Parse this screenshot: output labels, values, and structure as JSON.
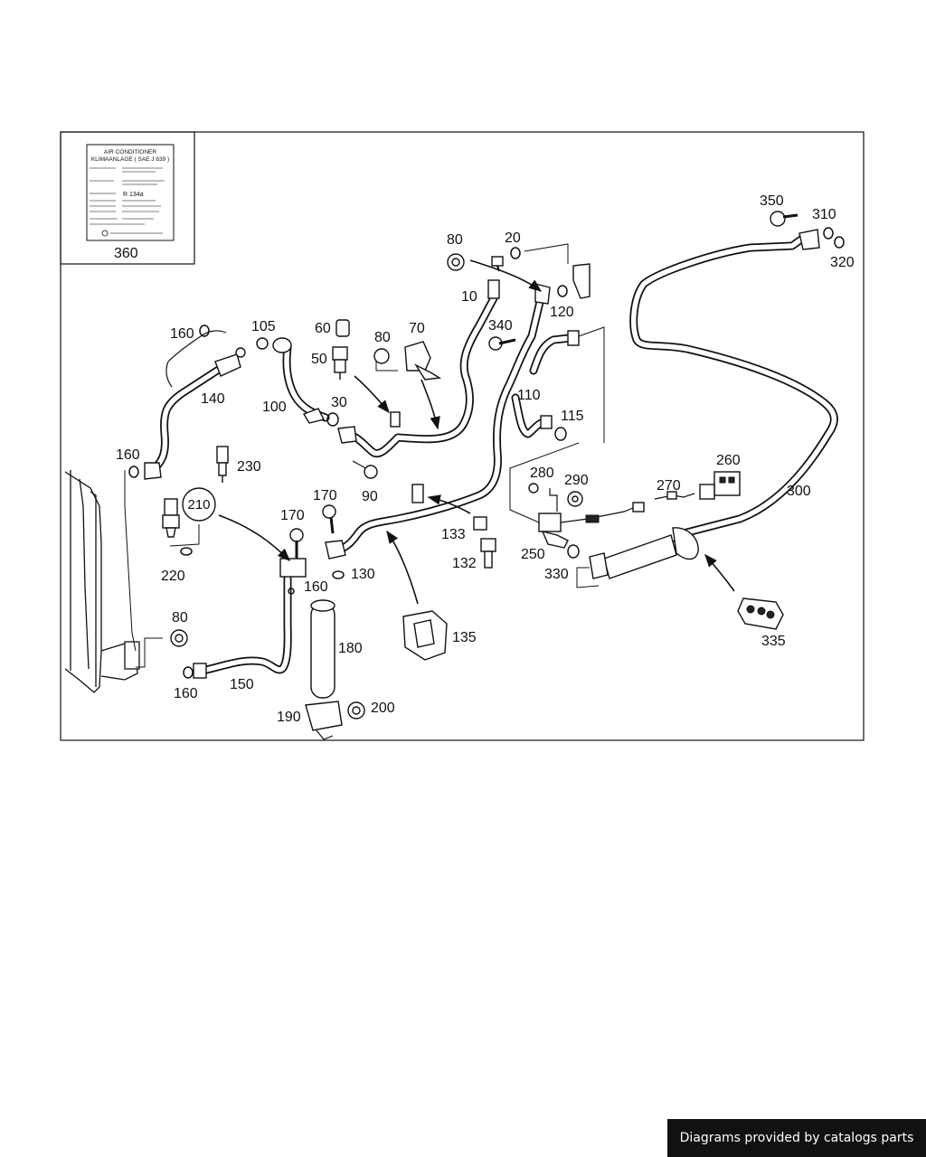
{
  "footer": {
    "credit": "Diagrams provided by catalogs parts"
  },
  "service_label": {
    "title_line1": "AIR CONDITIONER",
    "title_line2": "KLIMAANLAGE ( SAE J 639 )",
    "refrigerant": "R 134a",
    "part_ref": "360"
  },
  "callouts": {
    "c10": "10",
    "c20": "20",
    "c30": "30",
    "c50": "50",
    "c60": "60",
    "c70": "70",
    "c80a": "80",
    "c80b": "80",
    "c80c": "80",
    "c90": "90",
    "c100": "100",
    "c105": "105",
    "c110": "110",
    "c115": "115",
    "c120": "120",
    "c130": "130",
    "c132": "132",
    "c133": "133",
    "c135": "135",
    "c140": "140",
    "c150": "150",
    "c160a": "160",
    "c160b": "160",
    "c160c": "160",
    "c160d": "160",
    "c170a": "170",
    "c170b": "170",
    "c180": "180",
    "c190": "190",
    "c200": "200",
    "c210": "210",
    "c220": "220",
    "c230": "230",
    "c250": "250",
    "c260": "260",
    "c270": "270",
    "c280": "280",
    "c290": "290",
    "c300": "300",
    "c310": "310",
    "c320": "320",
    "c330": "330",
    "c335": "335",
    "c340": "340",
    "c350": "350"
  }
}
